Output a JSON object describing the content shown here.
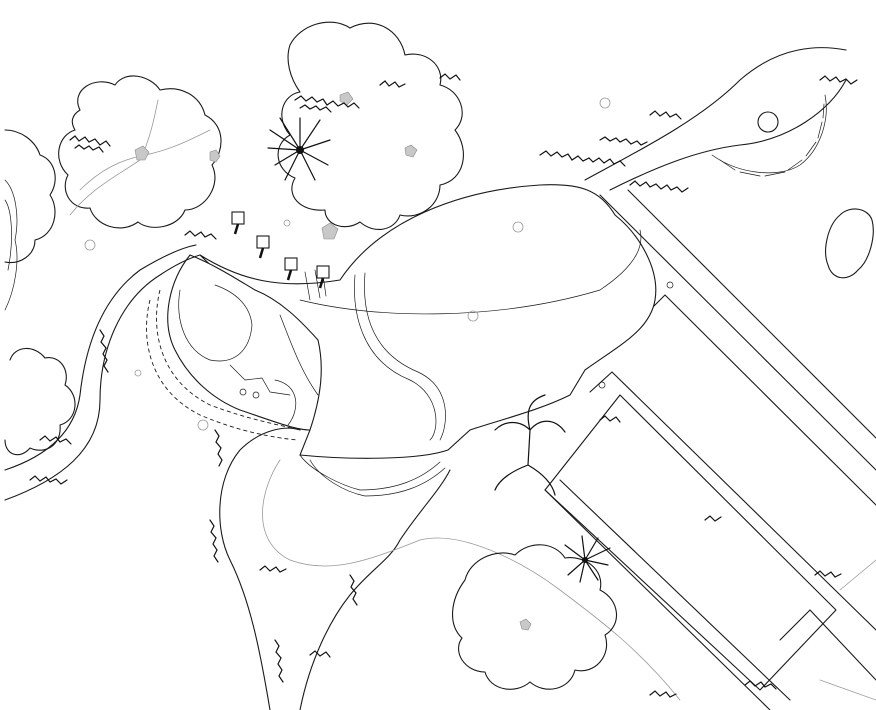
{
  "drawing": {
    "kind": "site-plan",
    "line_color": "#1a1a1a",
    "background": "#ffffff",
    "accent_gray": "#c8c8c8"
  },
  "elements": {
    "trees": [
      {
        "name": "tree-canopy-northwest"
      },
      {
        "name": "tree-canopy-north"
      },
      {
        "name": "tree-canopy-west"
      },
      {
        "name": "tree-canopy-south"
      },
      {
        "name": "tree-canopy-east-edge"
      },
      {
        "name": "tree-canopy-far-west"
      }
    ],
    "structures": [
      {
        "name": "main-building-footprint"
      },
      {
        "name": "wing-building"
      },
      {
        "name": "parking-lot"
      },
      {
        "name": "driveway-road"
      },
      {
        "name": "cul-de-sac-turnaround"
      }
    ],
    "signs_count_label": ""
  }
}
